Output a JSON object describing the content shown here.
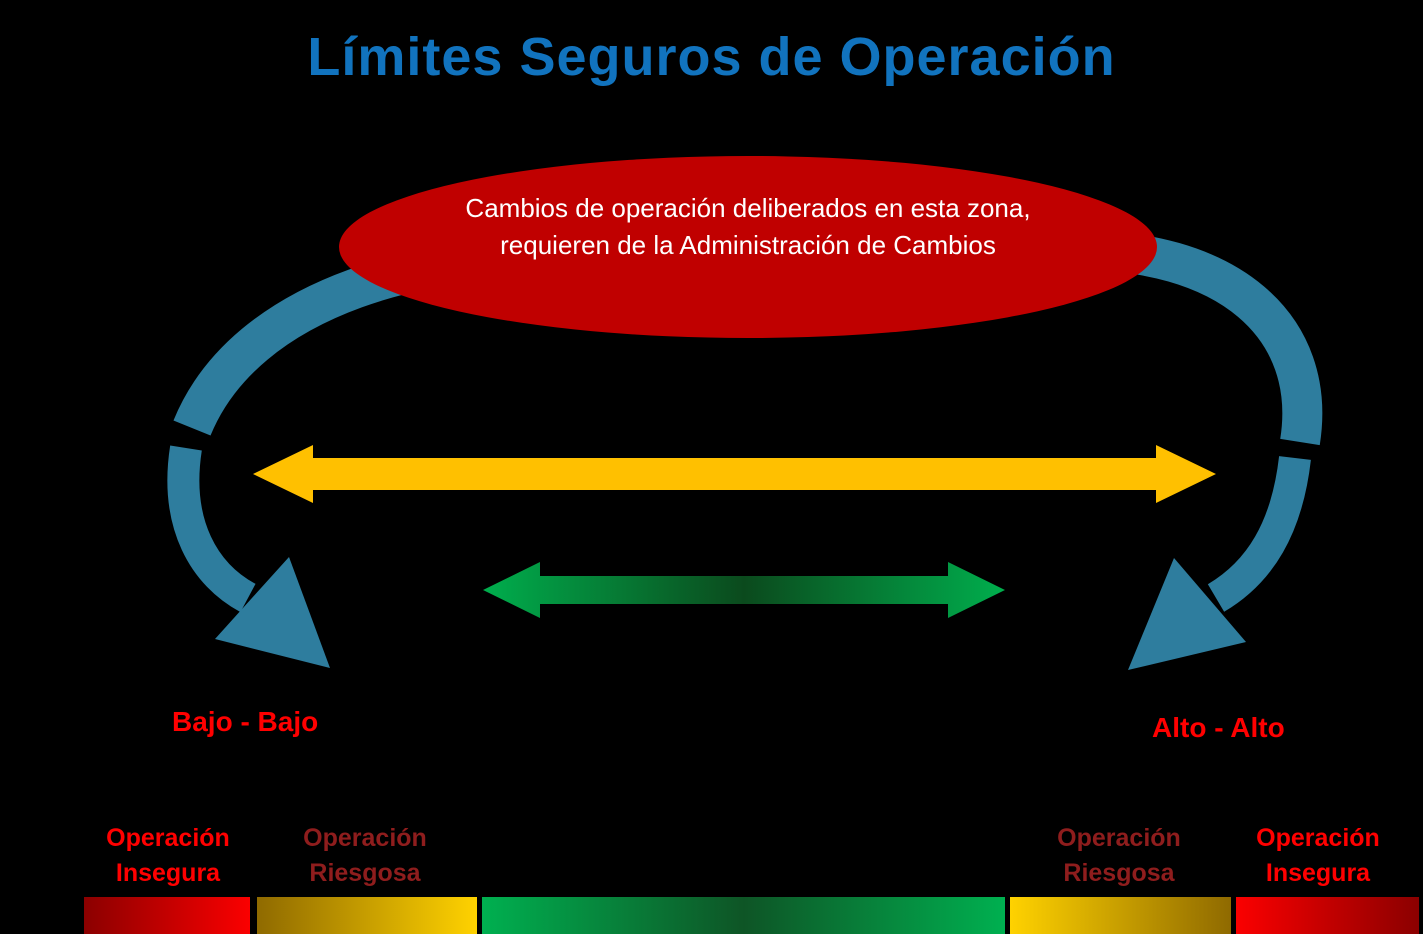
{
  "title": "Límites Seguros de Operación",
  "ellipse": {
    "line1": "Cambios de operación deliberados en esta zona,",
    "line2": "requieren  de la Administración de Cambios"
  },
  "limits": {
    "left": "Bajo - Bajo",
    "right": "Alto - Alto"
  },
  "zones": [
    {
      "line1": "Operación",
      "line2": "Insegura",
      "tone": "bright"
    },
    {
      "line1": "Operación",
      "line2": "Riesgosa",
      "tone": "dark"
    },
    {
      "line1": "Operación",
      "line2": "Riesgosa",
      "tone": "dark"
    },
    {
      "line1": "Operación",
      "line2": "Insegura",
      "tone": "bright"
    }
  ],
  "shapes": [
    "curved-arrow-left-down",
    "curved-arrow-right-down",
    "yellow-double-arrow",
    "green-double-arrow",
    "spectrum-bar"
  ],
  "colors": {
    "title_blue": "#1173BE",
    "ellipse_red": "#C00000",
    "arc_teal": "#2E7D9E",
    "arrow_yellow": "#FFC000",
    "arrow_green_bright": "#00AE4D",
    "arrow_green_dark": "#0B4A1D",
    "label_red_bright": "#FF0000",
    "label_red_dark": "#8F1D1D",
    "bar_red_dark": "#8B0000",
    "bar_red_bright": "#FB0000",
    "bar_gold_dark": "#8F6A00",
    "bar_gold_bright": "#FFD200",
    "bar_green_bright": "#00B050",
    "bar_green_dark": "#0E5526"
  }
}
